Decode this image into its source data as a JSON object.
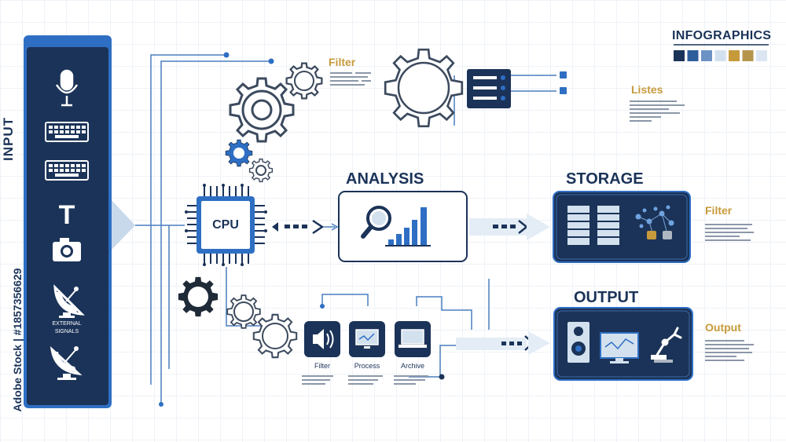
{
  "input": {
    "title": "INPUT",
    "items": [
      {
        "icon": "microphone-icon"
      },
      {
        "icon": "keyboard-icon"
      },
      {
        "icon": "keyboard-icon"
      },
      {
        "icon": "text-icon",
        "glyph": "T"
      },
      {
        "icon": "camera-icon"
      },
      {
        "icon": "satellite-dish-icon",
        "label_line1": "EXTERNAL",
        "label_line2": "SIGNALS"
      },
      {
        "icon": "satellite-dish-icon"
      }
    ]
  },
  "cpu": {
    "label": "CPU"
  },
  "analysis": {
    "title": "ANALYSIS"
  },
  "storage": {
    "title": "STORAGE",
    "side_label": "Filter"
  },
  "output": {
    "title": "OUTPUT",
    "side_label": "Output"
  },
  "top": {
    "filter_label": "Filter",
    "lists_label": "Listes"
  },
  "process_row": {
    "filter": "Filter",
    "process": "Process",
    "archive": "Archive"
  },
  "infographics": {
    "title": "INFOGRAPHICS",
    "swatches": [
      "#1b3358",
      "#2e5d9b",
      "#6d93c4",
      "#d3e1ef",
      "#c69a3b",
      "#b5954c",
      "#dbe6f2"
    ]
  },
  "watermark": {
    "stock_id": "Adobe Stock | #1857356629"
  },
  "colors": {
    "navy": "#1b3358",
    "blue": "#2e5d9b",
    "light": "#d3e1ef",
    "gold": "#c69a3b"
  }
}
